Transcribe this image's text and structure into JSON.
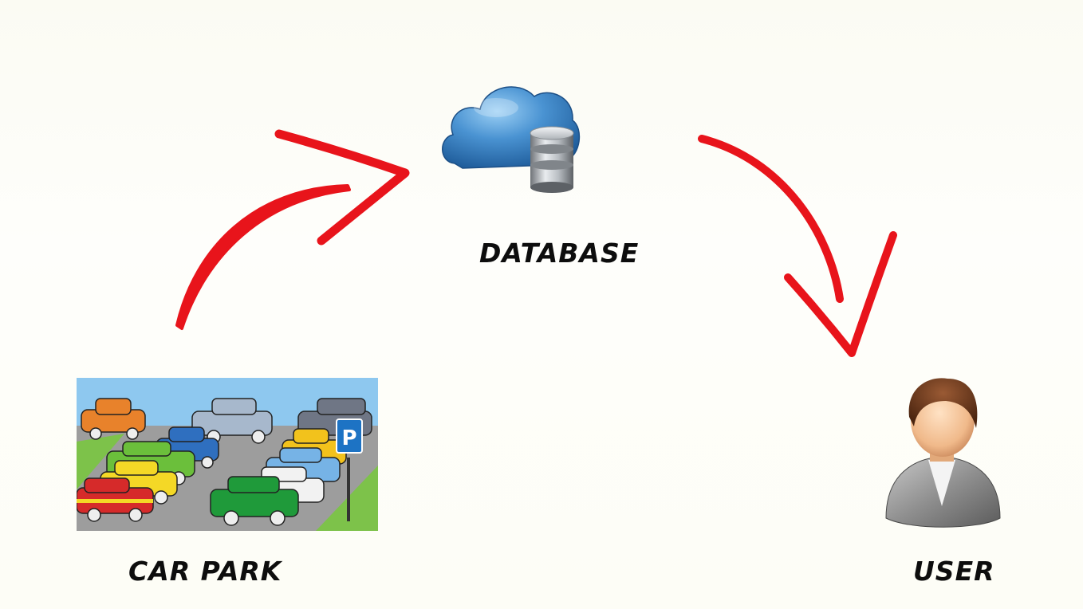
{
  "diagram": {
    "nodes": [
      {
        "id": "database",
        "label": "DATABASE",
        "icon": "cloud-database-icon"
      },
      {
        "id": "carpark",
        "label": "CAR PARK",
        "icon": "parking-lot-illustration"
      },
      {
        "id": "user",
        "label": "USER",
        "icon": "user-avatar-icon"
      }
    ],
    "edges": [
      {
        "from": "carpark",
        "to": "database"
      },
      {
        "from": "database",
        "to": "user"
      }
    ],
    "colors": {
      "arrow": "#e8141b",
      "cloud": "#3f86c7",
      "label": "#0d0d0d",
      "background": "#fdfdf7"
    }
  }
}
